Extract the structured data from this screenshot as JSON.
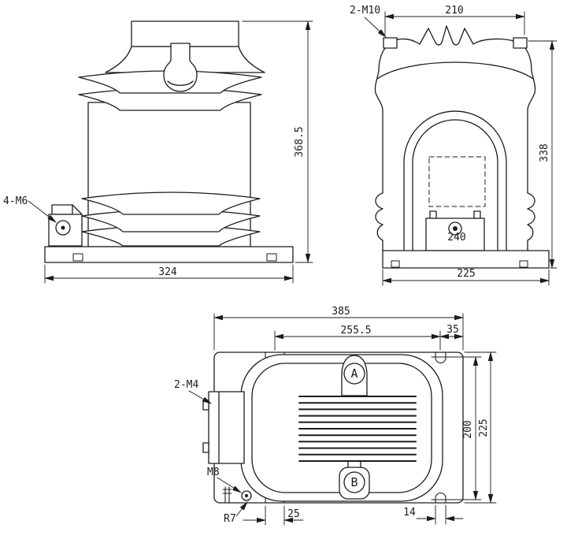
{
  "front_view": {
    "bolt_label": "4-M6",
    "dim_height": "368.5",
    "dim_width": "324"
  },
  "side_view": {
    "bolt_label": "2-M10",
    "dim_top_width": "210",
    "dim_height": "338",
    "dim_terminal": "240",
    "dim_bottom_width": "225"
  },
  "top_view": {
    "dim_overall_width": "385",
    "dim_slot_span": "255.5",
    "dim_slot_to_edge": "35",
    "bolt_label": "2-M4",
    "terminal_a": "A",
    "terminal_b": "B",
    "ground_bolt_label": "M8",
    "radius_label": "R7",
    "dim_body_height": "200",
    "dim_plate_depth": "225",
    "dim_left_slot": "25",
    "dim_right_slot": "14"
  },
  "colors": {
    "line": "#1c1c1c",
    "background": "#ffffff"
  }
}
